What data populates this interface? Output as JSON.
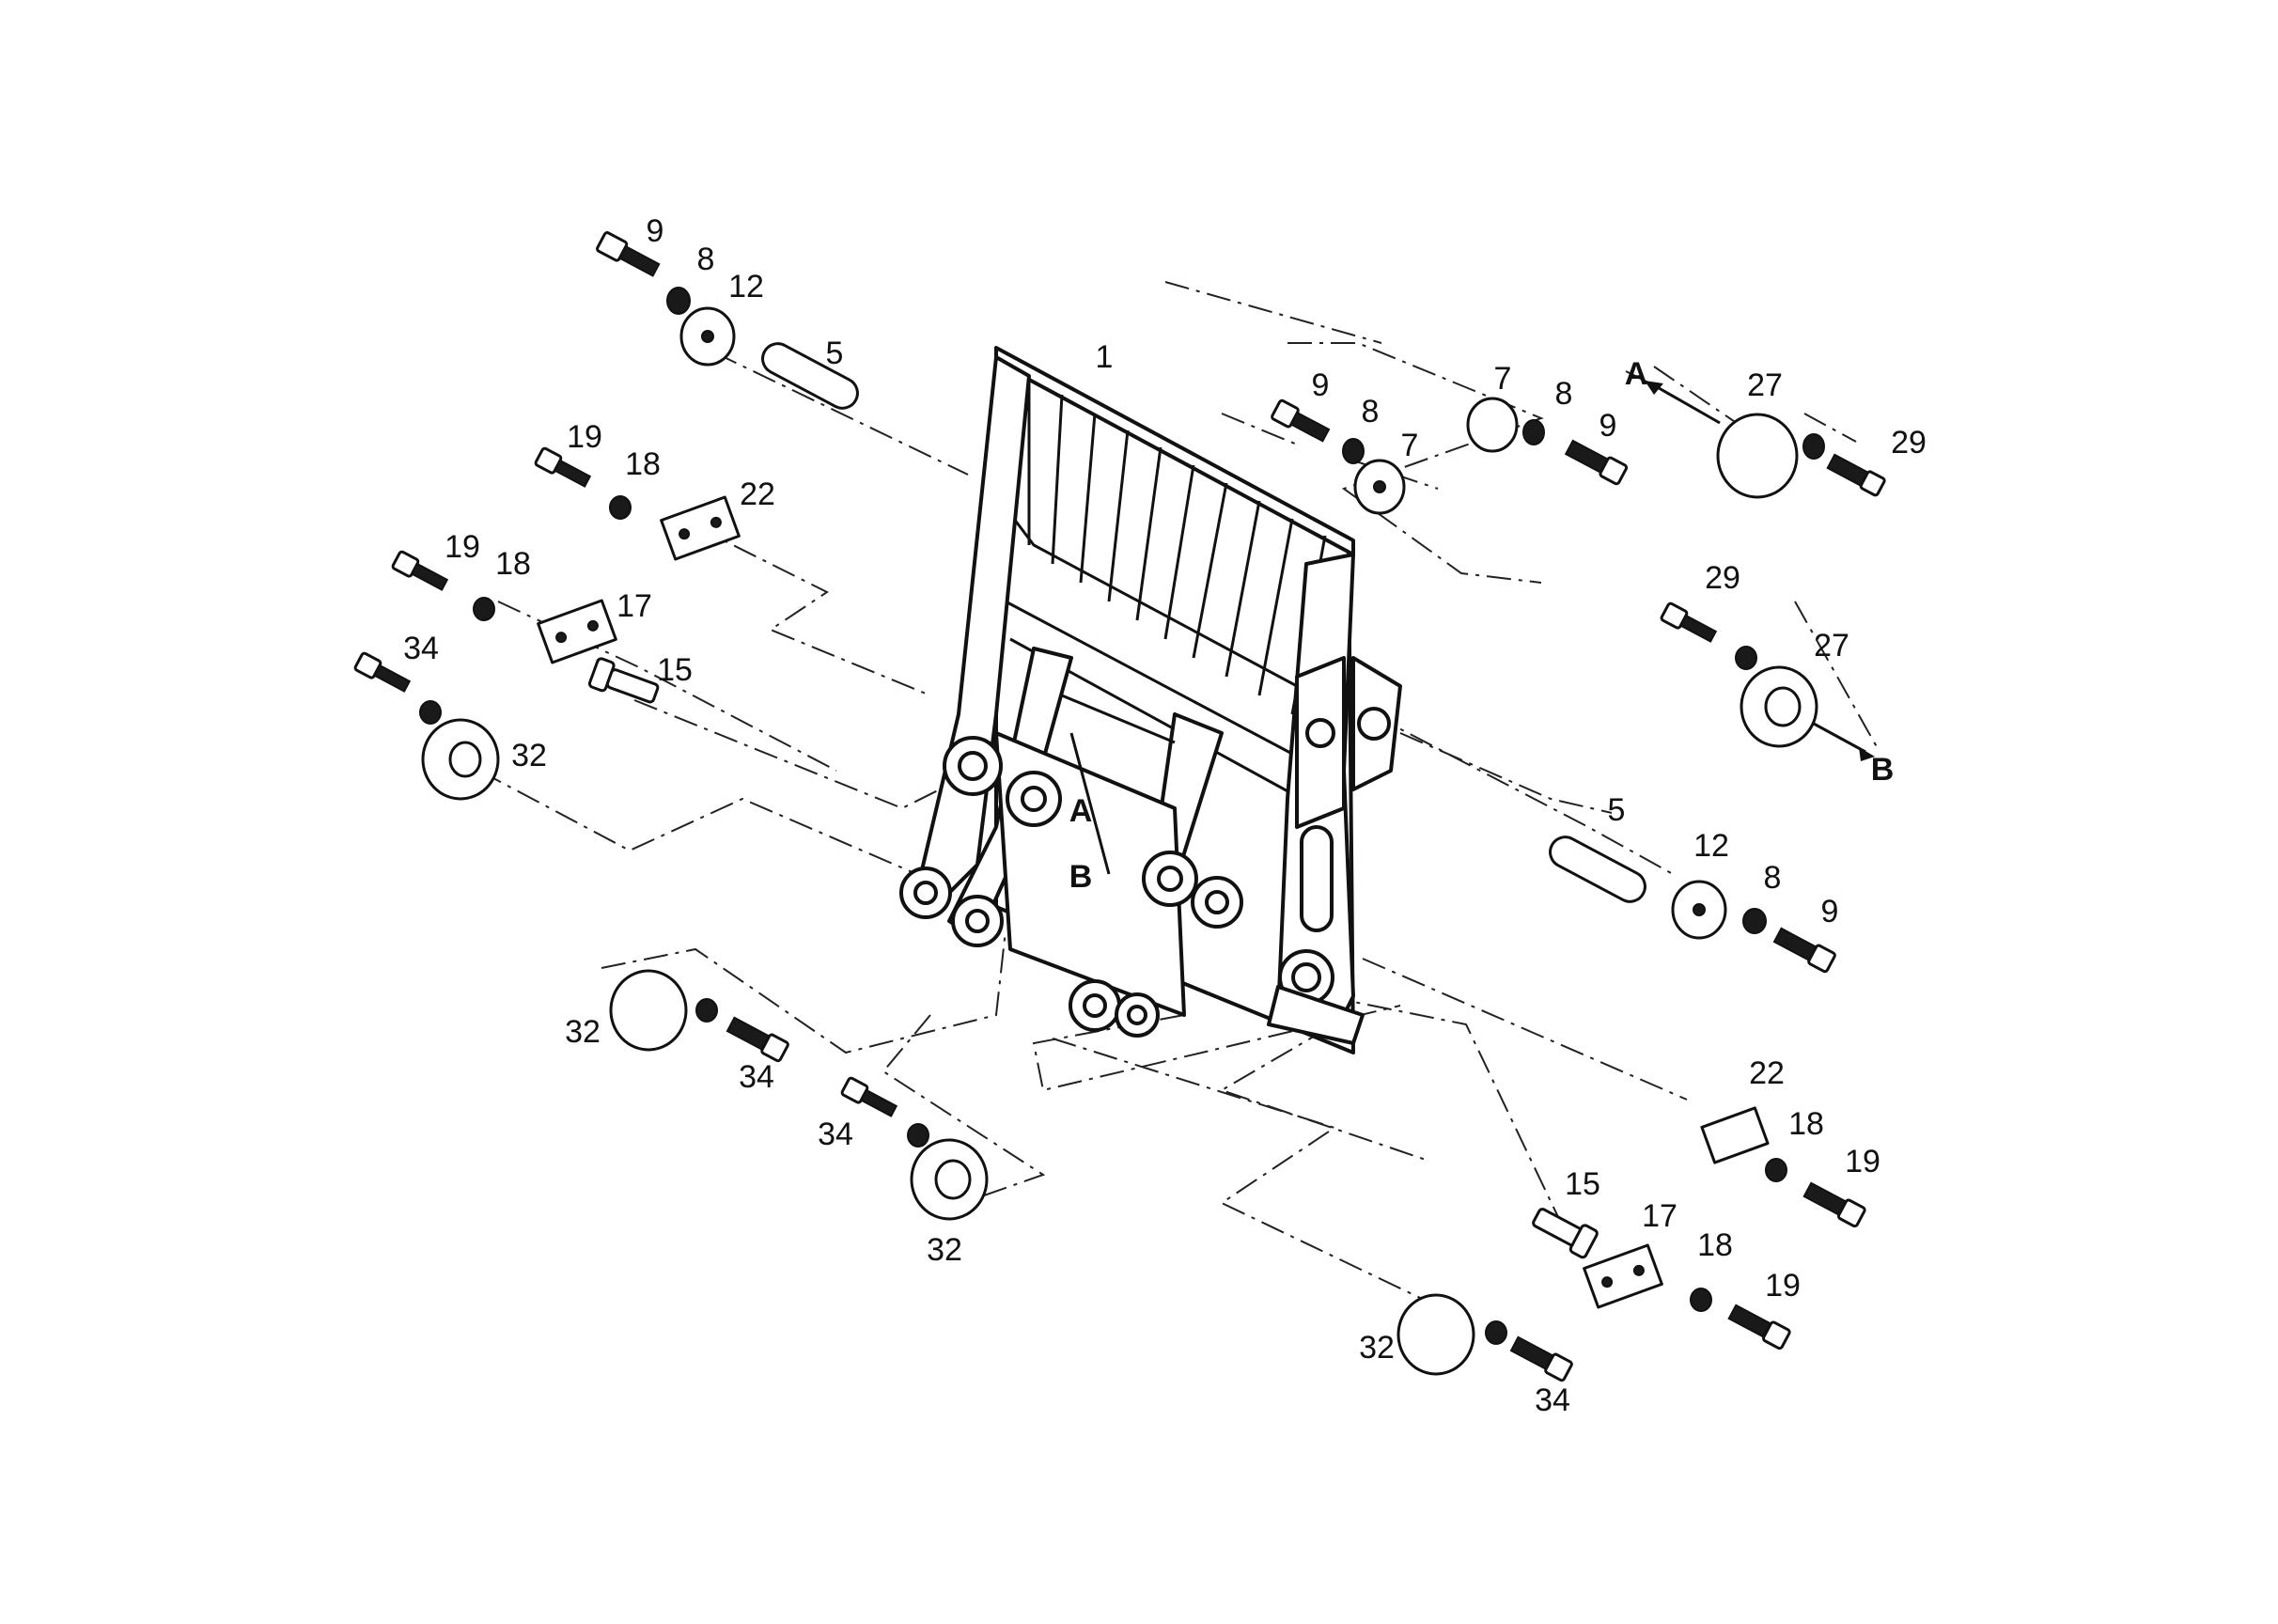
{
  "parts": {
    "p1": "1",
    "p5a": "5",
    "p5b": "5",
    "p7a": "7",
    "p7b": "7",
    "p8a": "8",
    "p8b": "8",
    "p8c": "8",
    "p8d": "8",
    "p9a": "9",
    "p9b": "9",
    "p9c": "9",
    "p9d": "9",
    "p12a": "12",
    "p12b": "12",
    "p15a": "15",
    "p15b": "15",
    "p17a": "17",
    "p17b": "17",
    "p18a": "18",
    "p18b": "18",
    "p18c": "18",
    "p18d": "18",
    "p19a": "19",
    "p19b": "19",
    "p19c": "19",
    "p19d": "19",
    "p22a": "22",
    "p22b": "22",
    "p27a": "27",
    "p27b": "27",
    "p29a": "29",
    "p29b": "29",
    "p32a": "32",
    "p32b": "32",
    "p32c": "32",
    "p32d": "32",
    "p34a": "34",
    "p34b": "34",
    "p34c": "34",
    "p34d": "34"
  },
  "view_markers": {
    "a_top": "A",
    "b_right": "B",
    "a_frame": "A",
    "b_frame": "B"
  }
}
